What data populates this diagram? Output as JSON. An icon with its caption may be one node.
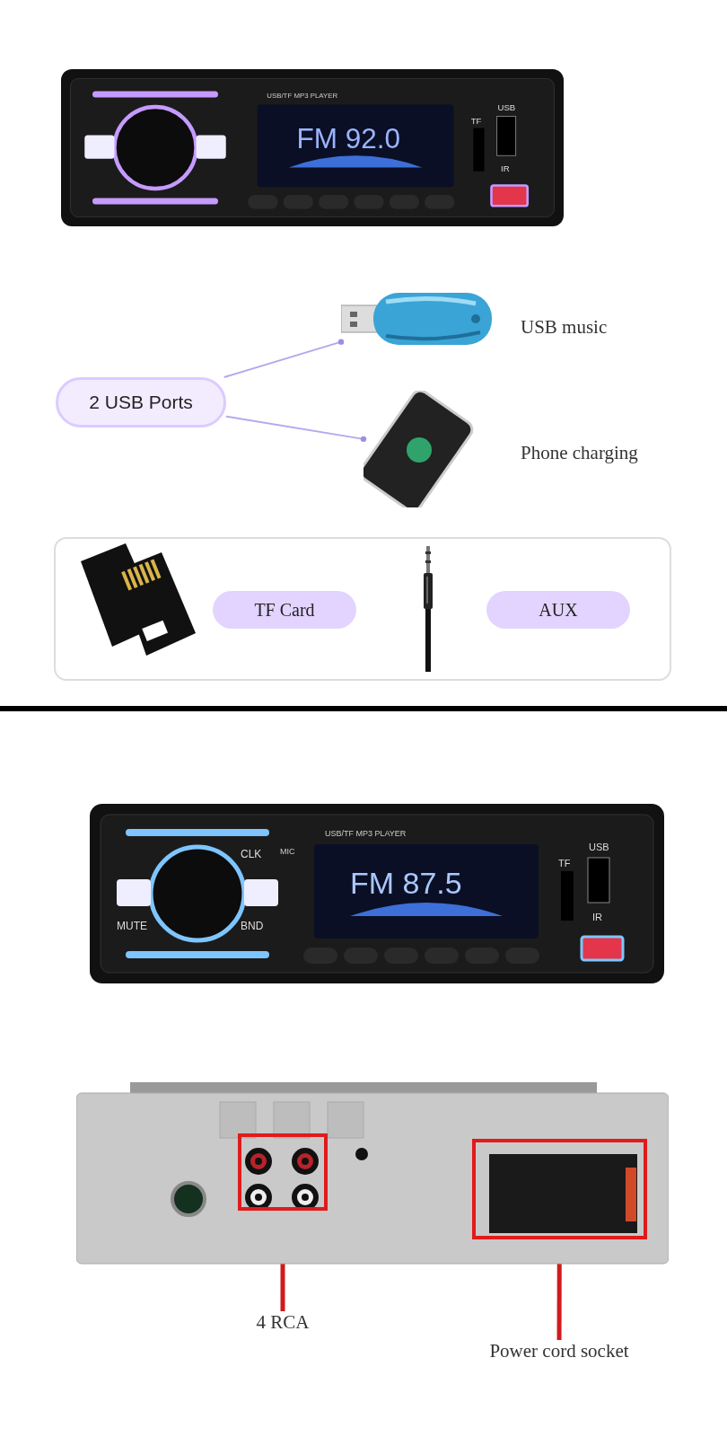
{
  "diagram": {
    "nodes": [
      {
        "text": [
          "2 USB Ports"
        ]
      },
      {
        "text": [],
        "shape": "picture",
        "beside": [
          "USB music"
        ]
      },
      {
        "text": [],
        "shape": "picture",
        "beside": [
          "Phone charging"
        ]
      },
      {
        "text": [],
        "shape": "box"
      },
      {
        "text": [],
        "shape": "picture",
        "in": 3
      },
      {
        "text": [
          "TF Card"
        ],
        "in": 3
      },
      {
        "text": [],
        "shape": "picture",
        "in": 3
      },
      {
        "text": [
          "AUX"
        ],
        "in": 3
      },
      {
        "text": [
          "4 RCA"
        ]
      },
      {
        "text": [],
        "shape": "box"
      },
      {
        "text": [
          "Power cord socket"
        ]
      },
      {
        "text": [],
        "shape": "box"
      }
    ],
    "edges": [
      {
        "from": 0,
        "to": 1,
        "arrow": "other"
      },
      {
        "from": 0,
        "to": 2,
        "arrow": "other"
      },
      {
        "from": 8,
        "to": 9,
        "arrow": "none",
        "style": "thick",
        "color": "#d11b1b"
      },
      {
        "from": 10,
        "to": 11,
        "arrow": "none",
        "style": "thick",
        "color": "#d11b1b"
      }
    ],
    "labels": [
      "USB/TF MP3 PLAYER",
      "FM 92.0",
      "TF",
      "USB",
      "IR",
      "USB/TF MP3 PLAYER",
      "MIC",
      "CLK",
      "MUTE",
      "BND",
      "FM 87.5",
      "TF",
      "USB",
      "IR"
    ]
  }
}
